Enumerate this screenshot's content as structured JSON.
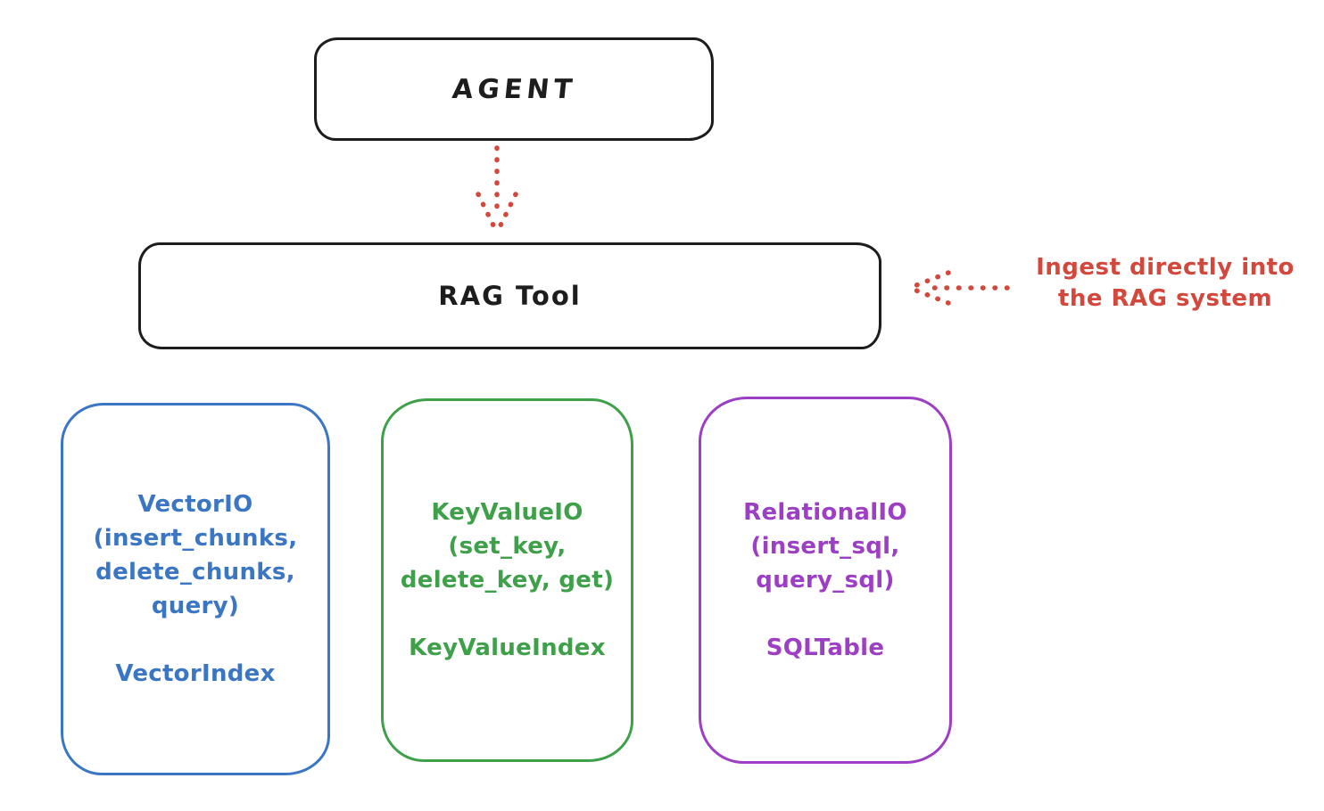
{
  "colors": {
    "outline": "#1d1d1d",
    "red": "#d2483c",
    "blue": "#3b76c4",
    "green": "#3fa04a",
    "purple": "#9c3fc4"
  },
  "agent": {
    "label": "AGENT"
  },
  "rag_tool": {
    "label": "RAG Tool"
  },
  "annotation": {
    "lines": [
      "Ingest directly into",
      "the RAG system"
    ],
    "color": "#d2483c"
  },
  "arrows": [
    {
      "name": "agent-to-rag-tool",
      "style": "dotted",
      "direction": "down",
      "color": "#d2483c"
    },
    {
      "name": "ingest-note-to-rag-tool",
      "style": "dotted",
      "direction": "left",
      "color": "#d2483c"
    }
  ],
  "stores": [
    {
      "id": "vector-io",
      "color": "#3b76c4",
      "title_lines": [
        "VectorIO",
        "(insert_chunks,",
        "delete_chunks,",
        "query)"
      ],
      "index_label": "VectorIndex"
    },
    {
      "id": "keyvalue-io",
      "color": "#3fa04a",
      "title_lines": [
        "KeyValueIO",
        "(set_key,",
        "delete_key, get)"
      ],
      "index_label": "KeyValueIndex"
    },
    {
      "id": "relational-io",
      "color": "#9c3fc4",
      "title_lines": [
        "RelationalIO",
        "(insert_sql,",
        "query_sql)"
      ],
      "index_label": "SQLTable"
    }
  ]
}
